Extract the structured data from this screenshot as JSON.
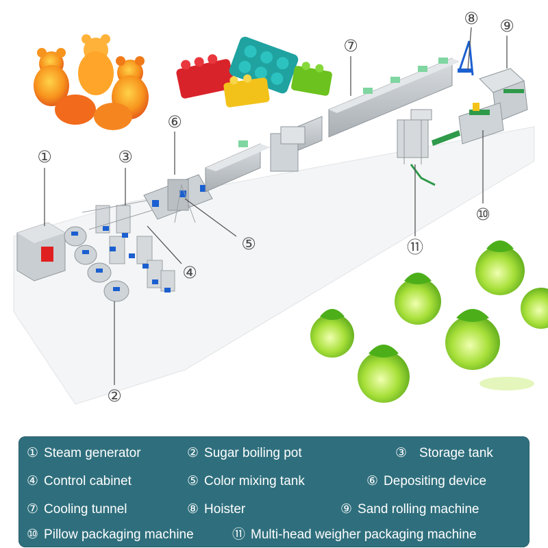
{
  "diagram": {
    "callouts": [
      "①",
      "②",
      "③",
      "④",
      "⑤",
      "⑥",
      "⑦",
      "⑧",
      "⑨",
      "⑩",
      "⑪"
    ]
  },
  "legend": {
    "items": [
      {
        "num": "①",
        "label": "Steam generator"
      },
      {
        "num": "②",
        "label": "Sugar boiling pot"
      },
      {
        "num": "③",
        "label": "Storage tank"
      },
      {
        "num": "④",
        "label": "Control cabinet"
      },
      {
        "num": "⑤",
        "label": "Color mixing tank"
      },
      {
        "num": "⑥",
        "label": "Depositing device"
      },
      {
        "num": "⑦",
        "label": "Cooling tunnel"
      },
      {
        "num": "⑧",
        "label": "Hoister"
      },
      {
        "num": "⑨",
        "label": "Sand rolling machine"
      },
      {
        "num": "⑩",
        "label": "Pillow packaging machine"
      },
      {
        "num": "⑪",
        "label": "Multi-head weigher packaging machine"
      }
    ]
  },
  "colors": {
    "legend_bg": "#2f6f7d",
    "machine_gray": "#c9ced2",
    "accent_blue": "#1b5fd0",
    "accent_green": "#7fd6a0",
    "candy_green": "#7fd12a",
    "candy_orange": "#f48a1a"
  }
}
